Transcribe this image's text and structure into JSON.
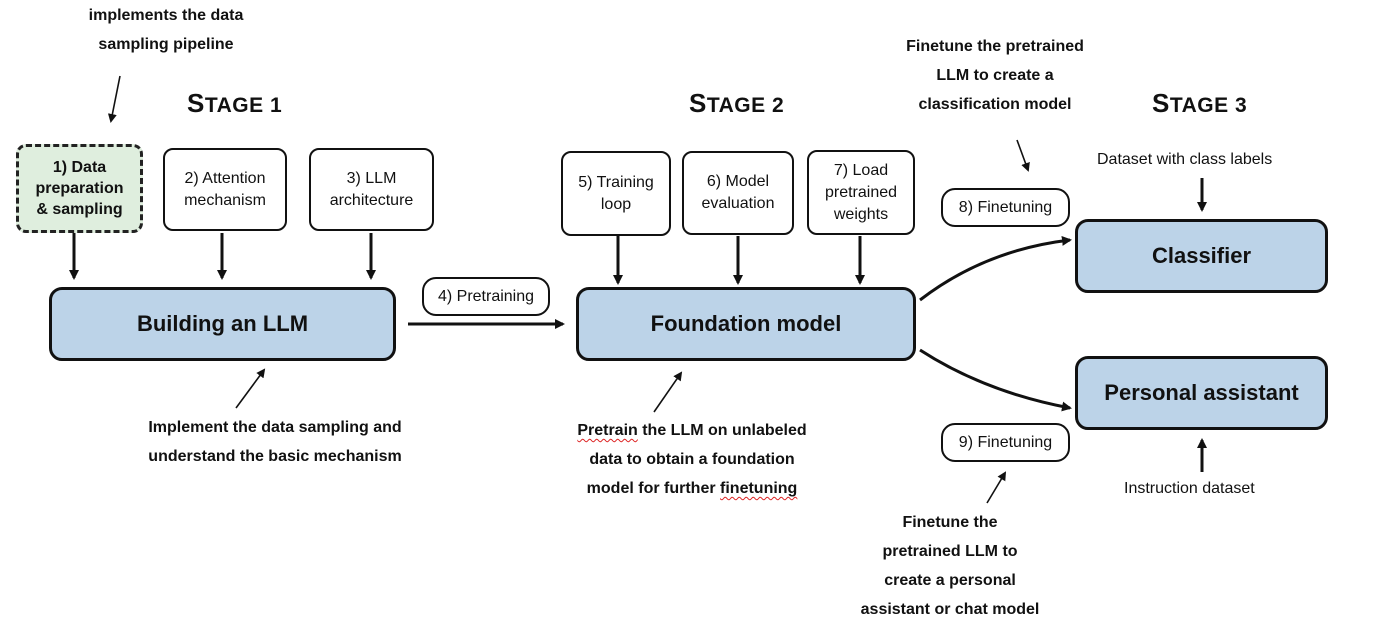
{
  "stages": [
    {
      "cap": "S",
      "rest": "TAGE 1"
    },
    {
      "cap": "S",
      "rest": "TAGE 2"
    },
    {
      "cap": "S",
      "rest": "TAGE 3"
    }
  ],
  "steps": {
    "data_prep": [
      "1) Data",
      "preparation",
      "& sampling"
    ],
    "attention": [
      "2) Attention",
      "mechanism"
    ],
    "llm_arch": [
      "3) LLM",
      "architecture"
    ],
    "pretraining": "4) Pretraining",
    "training_loop": [
      "5) Training",
      "loop"
    ],
    "model_eval": [
      "6) Model",
      "evaluation"
    ],
    "load_weights": [
      "7) Load",
      "pretrained",
      "weights"
    ],
    "finetuning_8": "8) Finetuning",
    "finetuning_9": "9) Finetuning"
  },
  "main_boxes": {
    "building": "Building an LLM",
    "foundation": "Foundation model",
    "classifier": "Classifier",
    "assistant": "Personal assistant"
  },
  "inputs": {
    "class_labels": "Dataset with class labels",
    "instruction": "Instruction dataset"
  },
  "annotations": {
    "top_left": [
      "implements the data",
      "sampling pipeline"
    ],
    "stage1_bottom": [
      "Implement the data sampling and",
      "understand the basic mechanism"
    ],
    "stage2_bottom": {
      "line1_word1": "Pretrain",
      "line1_rest": " the LLM on unlabeled",
      "line2": "data to obtain a foundation",
      "line3_start": "model for further ",
      "line3_word": "finetuning"
    },
    "top_right": [
      "Finetune the pretrained",
      "LLM to create a",
      "classification model"
    ],
    "bottom_right": [
      "Finetune the",
      "pretrained LLM to",
      "create a personal",
      "assistant or chat model"
    ]
  },
  "colors": {
    "main_box_fill": "#bcd3e8",
    "data_prep_fill": "#dfeede",
    "outline": "#111111"
  }
}
